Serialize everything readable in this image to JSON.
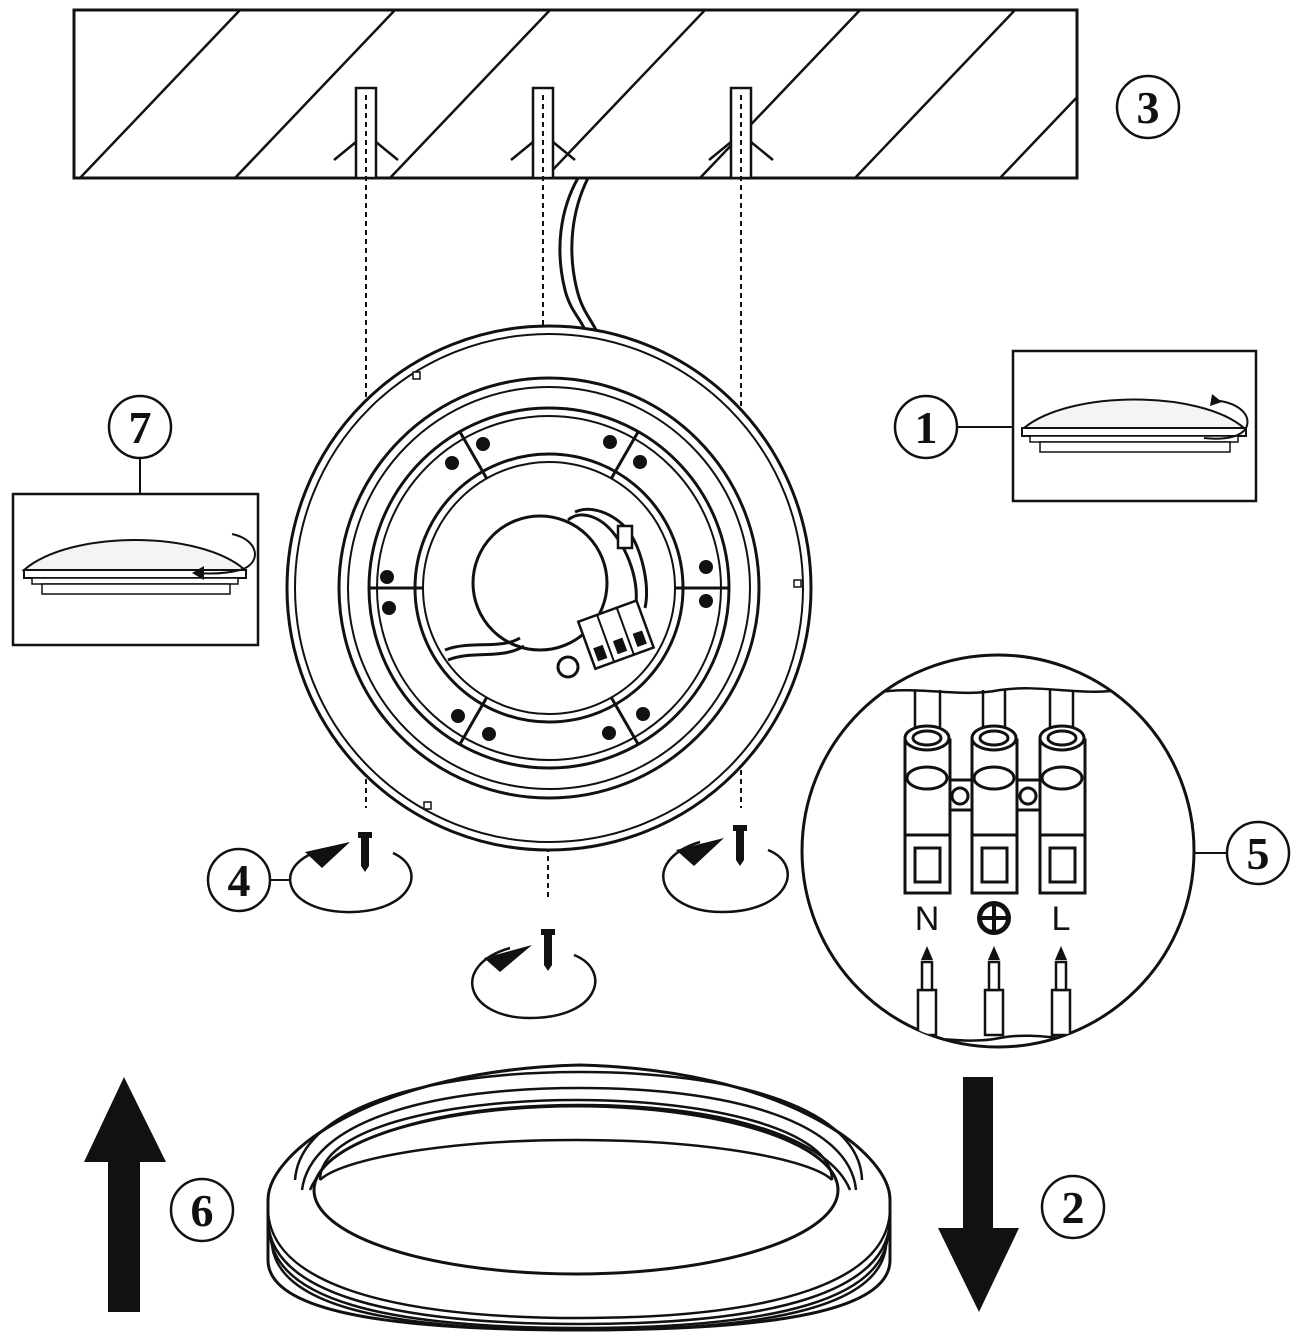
{
  "steps": [
    {
      "id": "step-1",
      "number": "1"
    },
    {
      "id": "step-2",
      "number": "2"
    },
    {
      "id": "step-3",
      "number": "3"
    },
    {
      "id": "step-4",
      "number": "4"
    },
    {
      "id": "step-5",
      "number": "5"
    },
    {
      "id": "step-6",
      "number": "6"
    },
    {
      "id": "step-7",
      "number": "7"
    }
  ],
  "terminals": {
    "neutral": "N",
    "live": "L",
    "earth_icon": "earth-ground-icon"
  },
  "colors": {
    "ink": "#111111",
    "background": "#ffffff"
  }
}
